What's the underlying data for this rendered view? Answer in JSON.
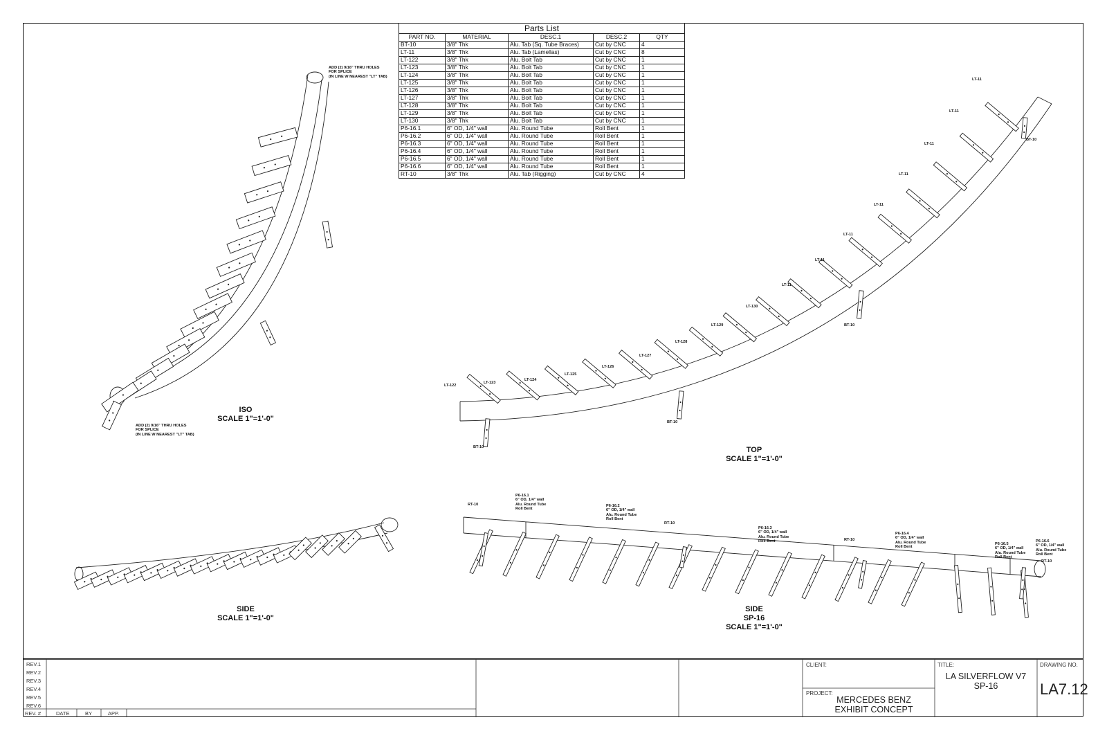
{
  "parts_list": {
    "title": "Parts List",
    "headers": [
      "PART NO.",
      "MATERIAL",
      "DESC.1",
      "DESC.2",
      "QTY"
    ],
    "rows": [
      [
        "BT-10",
        "3/8\" Thk",
        "Alu. Tab (Sq. Tube Braces)",
        "Cut by CNC",
        "4"
      ],
      [
        "LT-11",
        "3/8\" Thk",
        "Alu. Tab (Lamellas)",
        "Cut by CNC",
        "8"
      ],
      [
        "LT-122",
        "3/8\" Thk",
        "Alu. Bolt Tab",
        "Cut by CNC",
        "1"
      ],
      [
        "LT-123",
        "3/8\" Thk",
        "Alu. Bolt Tab",
        "Cut by CNC",
        "1"
      ],
      [
        "LT-124",
        "3/8\" Thk",
        "Alu. Bolt Tab",
        "Cut by CNC",
        "1"
      ],
      [
        "LT-125",
        "3/8\" Thk",
        "Alu. Bolt Tab",
        "Cut by CNC",
        "1"
      ],
      [
        "LT-126",
        "3/8\" Thk",
        "Alu. Bolt Tab",
        "Cut by CNC",
        "1"
      ],
      [
        "LT-127",
        "3/8\" Thk",
        "Alu. Bolt Tab",
        "Cut by CNC",
        "1"
      ],
      [
        "LT-128",
        "3/8\" Thk",
        "Alu. Bolt Tab",
        "Cut by CNC",
        "1"
      ],
      [
        "LT-129",
        "3/8\" Thk",
        "Alu. Bolt Tab",
        "Cut by CNC",
        "1"
      ],
      [
        "LT-130",
        "3/8\" Thk",
        "Alu. Bolt Tab",
        "Cut by CNC",
        "1"
      ],
      [
        "P6-16.1",
        "6\" OD, 1/4\" wall",
        "Alu. Round Tube",
        "Roll Bent",
        "1"
      ],
      [
        "P6-16.2",
        "6\" OD, 1/4\" wall",
        "Alu. Round Tube",
        "Roll Bent",
        "1"
      ],
      [
        "P6-16.3",
        "6\" OD, 1/4\" wall",
        "Alu. Round Tube",
        "Roll Bent",
        "1"
      ],
      [
        "P6-16.4",
        "6\" OD, 1/4\" wall",
        "Alu. Round Tube",
        "Roll Bent",
        "1"
      ],
      [
        "P6-16.5",
        "6\" OD, 1/4\" wall",
        "Alu. Round Tube",
        "Roll Bent",
        "1"
      ],
      [
        "P6-16.6",
        "6\" OD, 1/4\" wall",
        "Alu. Round Tube",
        "Roll Bent",
        "1"
      ],
      [
        "RT-10",
        "3/8\" Thk",
        "Alu. Tab (Rigging)",
        "Cut by CNC",
        "4"
      ]
    ]
  },
  "views": {
    "iso": {
      "name": "ISO",
      "scale": "SCALE 1\"=1'-0\""
    },
    "top": {
      "name": "TOP",
      "scale": "SCALE 1\"=1'-0\""
    },
    "side": {
      "name": "SIDE",
      "scale": "SCALE 1\"=1'-0\""
    },
    "side_sp": {
      "name": "SIDE",
      "sub": "SP-16",
      "scale": "SCALE 1\"=1'-0\""
    }
  },
  "notes": {
    "splice_top": "ADD (2) 9/16\" THRU HOLES\nFOR SPLICE\n(IN LINE W NEAREST \"LT\" TAB)",
    "splice_bottom": "ADD (2) 9/16\" THRU HOLES\nFOR SPLICE\n(IN LINE W NEAREST \"LT\" TAB)"
  },
  "top_labels": {
    "lt11": [
      "LT-11",
      "LT-11",
      "LT-11",
      "LT-11",
      "LT-11",
      "LT-11",
      "LT-11",
      "LT-11"
    ],
    "lt_bolt": [
      "LT-130",
      "LT-129",
      "LT-128",
      "LT-127",
      "LT-126",
      "LT-125",
      "LT-124",
      "LT-123",
      "LT-122"
    ],
    "bt": [
      "BT-10",
      "BT-10",
      "BT-10",
      "BT-10"
    ]
  },
  "side_labels": {
    "rt": [
      "RT-10",
      "RT-10",
      "RT-10",
      "RT-10"
    ],
    "tubes": [
      "P6-16.1\n6\" OD, 1/4\" wall\nAlu. Round Tube\nRoll Bent",
      "P6-16.2\n6\" OD, 1/4\" wall\nAlu. Round Tube\nRoll Bent",
      "P6-16.3\n6\" OD, 1/4\" wall\nAlu. Round Tube\nRoll Bent",
      "P6-16.4\n6\" OD, 1/4\" wall\nAlu. Round Tube\nRoll Bent",
      "P6-16.5\n6\" OD, 1/4\" wall\nAlu. Round Tube\nRoll Bent",
      "P6-16.6\n6\" OD, 1/4\" wall\nAlu. Round Tube\nRoll Bent"
    ]
  },
  "title_block": {
    "revs": [
      "REV.1",
      "REV.2",
      "REV.3",
      "REV.4",
      "REV.5",
      "REV.6"
    ],
    "rev_header": [
      "REV. #",
      "DATE",
      "BY",
      "APP."
    ],
    "client_label": "CLIENT:",
    "project_label": "PROJECT:",
    "project": "MERCEDES BENZ\nEXHIBIT CONCEPT",
    "title_label": "TITLE:",
    "title": "LA SILVERFLOW V7\nSP-16",
    "drawing_label": "DRAWING NO.",
    "drawing_no": "LA7.12"
  }
}
